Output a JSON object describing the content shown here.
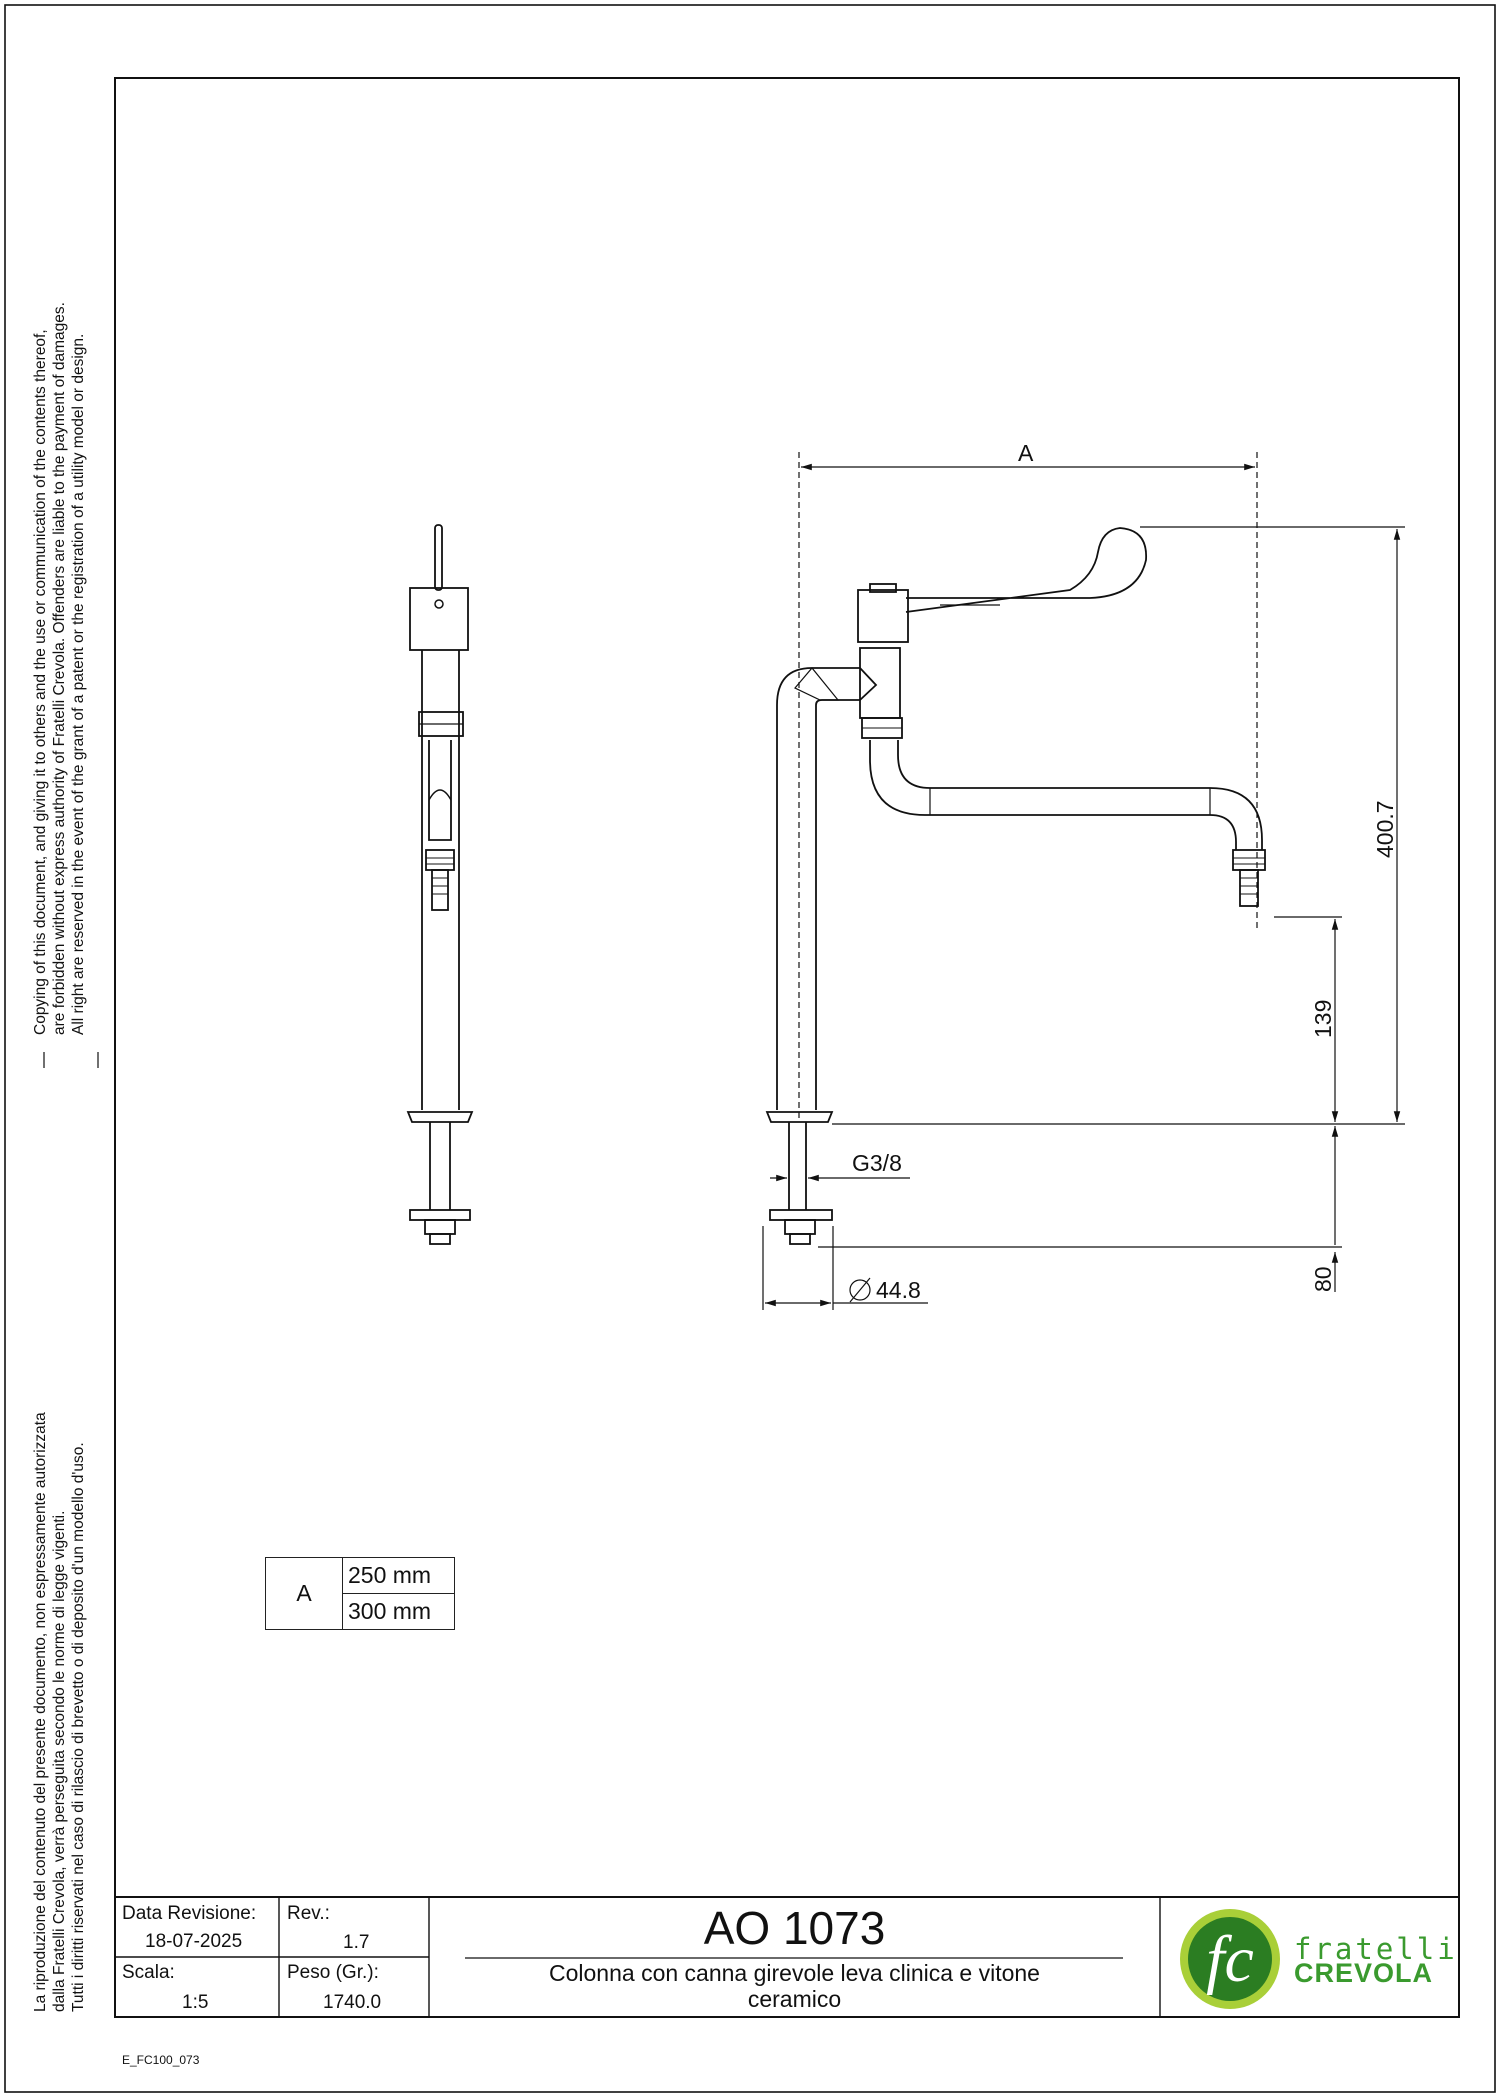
{
  "legal": {
    "en": [
      "Copying of this document, and giving it to others and the use or communication of the contents thereof,",
      "are forbidden without express authority of Fratelli Crevola. Offenders are liable to the payment of damages.",
      "All right are reserved in the event of the grant of a patent or the registration of a utility model or design."
    ],
    "it": [
      "La riproduzione del contenuto del presente documento, non espressamente autorizzata",
      "dalla Fratelli Crevola, verrà perseguita secondo le norme di legge vigenti.",
      "Tutti i diritti riservati nel caso di rilascio di brevetto o di deposito d'un modello d'uso."
    ]
  },
  "dimensions": {
    "a": "A",
    "height_total": "400.7",
    "height_outlet": "139",
    "thread": "G3/8",
    "diameter": "44.8",
    "shank": "80"
  },
  "a_table": {
    "label": "A",
    "values": [
      "250 mm",
      "300 mm"
    ]
  },
  "title_block": {
    "date_label": "Data Revisione:",
    "date_value": "18-07-2025",
    "rev_label": "Rev.:",
    "rev_value": "1.7",
    "scale_label": "Scala:",
    "scale_value": "1:5",
    "weight_label": "Peso (Gr.):",
    "weight_value": "1740.0",
    "code": "AO 1073",
    "description_line1": "Colonna con canna girevole leva clinica e vitone",
    "description_line2": "ceramico"
  },
  "brand": {
    "monogram": "fc",
    "word1": "fratelli",
    "word2": "CREVOLA",
    "green": "#3a9a2e",
    "dark_green": "#2b7d22",
    "lime": "#a9cf38"
  },
  "file_code": "E_FC100_073"
}
